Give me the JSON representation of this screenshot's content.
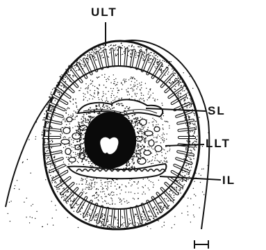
{
  "labels": {
    "ult": "ULT",
    "sl": "SL",
    "llt": "LLT",
    "il": "IL"
  },
  "colors": {
    "ink": "#111111",
    "background": "#ffffff"
  }
}
